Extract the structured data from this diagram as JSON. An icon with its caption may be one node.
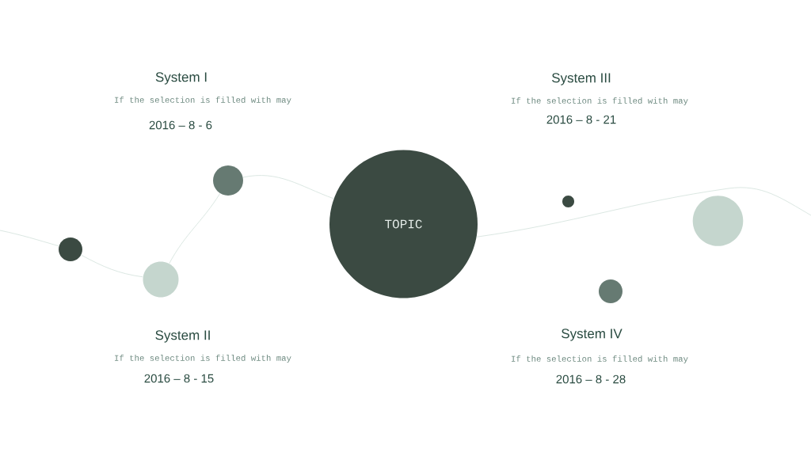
{
  "diagram": {
    "nodes": [
      {
        "text": [],
        "shape": "circle"
      },
      {
        "text": [],
        "shape": "circle"
      },
      {
        "text": [],
        "shape": "circle"
      },
      {
        "text": [
          "TOPIC"
        ]
      },
      {
        "text": [],
        "shape": "circle"
      },
      {
        "text": [],
        "shape": "circle"
      },
      {
        "text": [],
        "shape": "circle"
      }
    ],
    "edges": [
      {
        "from": null,
        "to": 0,
        "arrow": "none"
      },
      {
        "from": 0,
        "to": 1,
        "arrow": "none"
      },
      {
        "from": 1,
        "to": 2,
        "arrow": "none"
      },
      {
        "from": 2,
        "to": 3,
        "arrow": "none"
      },
      {
        "from": 3,
        "to": null,
        "arrow": "none"
      }
    ],
    "labels": [
      "System I",
      "If the selection is filled with may",
      "2016 – 8 - 6",
      "System III",
      "If the selection is filled with may",
      "2016 – 8 - 21",
      "System II",
      "If the selection is filled with may",
      "2016 – 8 - 15",
      "System IV",
      "If the selection is filled with may",
      "2016 – 8 - 28"
    ]
  }
}
